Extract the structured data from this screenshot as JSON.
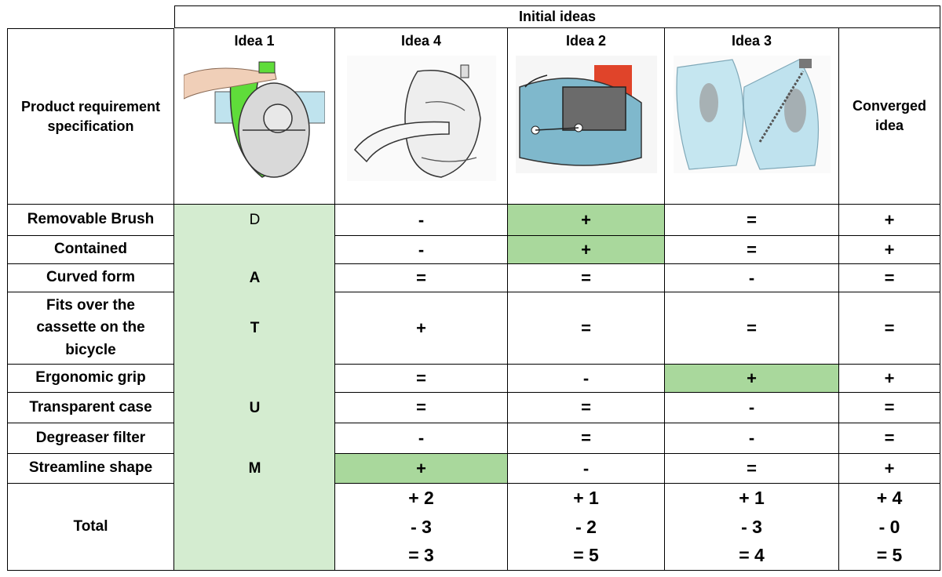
{
  "header": {
    "initial_ideas": "Initial ideas",
    "product_req": "Product requirement specification",
    "converged": "Converged idea",
    "ideas": [
      "Idea 1",
      "Idea 4",
      "Idea 2",
      "Idea 3"
    ]
  },
  "rows": [
    {
      "req": "Removable Brush",
      "datum": "D",
      "v": [
        "-",
        "+",
        "=",
        "+"
      ]
    },
    {
      "req": "Contained",
      "datum": "",
      "v": [
        "-",
        "+",
        "=",
        "+"
      ]
    },
    {
      "req": "Curved form",
      "datum": "A",
      "v": [
        "=",
        "=",
        "-",
        "="
      ]
    },
    {
      "req": "Fits over the cassette on the bicycle",
      "datum": "T",
      "v": [
        "+",
        "=",
        "=",
        "="
      ]
    },
    {
      "req": "Ergonomic grip",
      "datum": "",
      "v": [
        "=",
        "-",
        "+",
        "+"
      ]
    },
    {
      "req": "Transparent case",
      "datum": "U",
      "v": [
        "=",
        "=",
        "-",
        "="
      ]
    },
    {
      "req": "Degreaser filter",
      "datum": "",
      "v": [
        "-",
        "=",
        "-",
        "="
      ]
    },
    {
      "req": "Streamline shape",
      "datum": "M",
      "v": [
        "+",
        "-",
        "=",
        "+"
      ]
    }
  ],
  "total": {
    "label": "Total",
    "cols": [
      {
        "plus": "+ 2",
        "minus": "- 3",
        "net": "= 3"
      },
      {
        "plus": "+ 1",
        "minus": "- 2",
        "net": "= 5"
      },
      {
        "plus": "+ 1",
        "minus": "- 3",
        "net": "= 4"
      },
      {
        "plus": "+ 4",
        "minus": "- 0",
        "net": "= 5"
      }
    ]
  },
  "colors": {
    "highlight": "#a9d89c",
    "datum_column": "#d4ecd0"
  }
}
